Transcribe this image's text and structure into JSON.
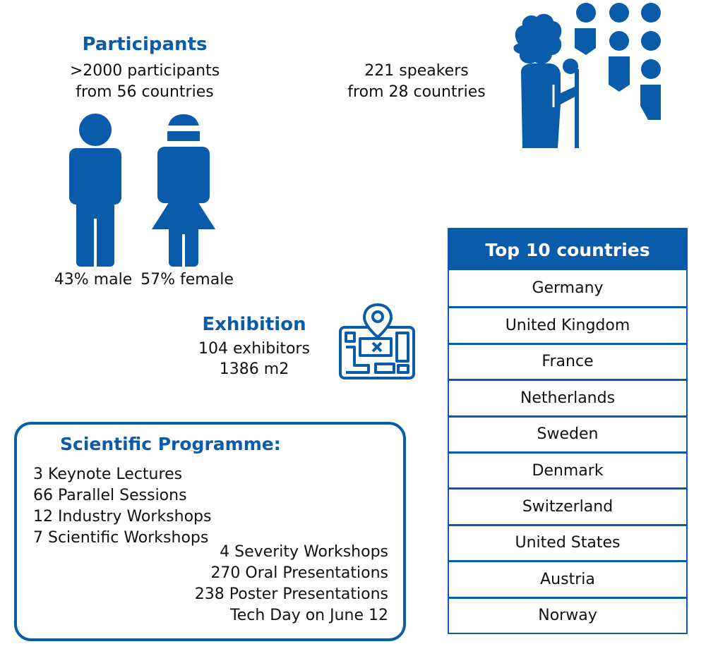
{
  "participants": {
    "title": "Participants",
    "line1": ">2000 participants",
    "line2": "from 56 countries",
    "male": "43% male",
    "female": "57% female"
  },
  "speakers": {
    "line1": "221 speakers",
    "line2": "from 28 countries"
  },
  "exhibition": {
    "title": "Exhibition",
    "line1": "104 exhibitors",
    "line2": "1386 m2"
  },
  "top_countries": {
    "title": "Top 10 countries",
    "items": [
      "Germany",
      "United Kingdom",
      "France",
      "Netherlands",
      "Sweden",
      "Denmark",
      "Switzerland",
      "United States",
      "Austria",
      "Norway"
    ]
  },
  "scientific": {
    "title": "Scientific Programme:",
    "left": [
      "3 Keynote Lectures",
      "66 Parallel Sessions",
      "12 Industry Workshops",
      "7 Scientific Workshops"
    ],
    "right": [
      "4 Severity Workshops",
      "270 Oral Presentations",
      "238 Poster Presentations",
      "Tech Day on June 12"
    ]
  },
  "colors": {
    "brand": "#0a5cab"
  },
  "icons": [
    "male-person-icon",
    "female-person-icon",
    "speaker-audience-icon",
    "floor-plan-map-icon"
  ]
}
